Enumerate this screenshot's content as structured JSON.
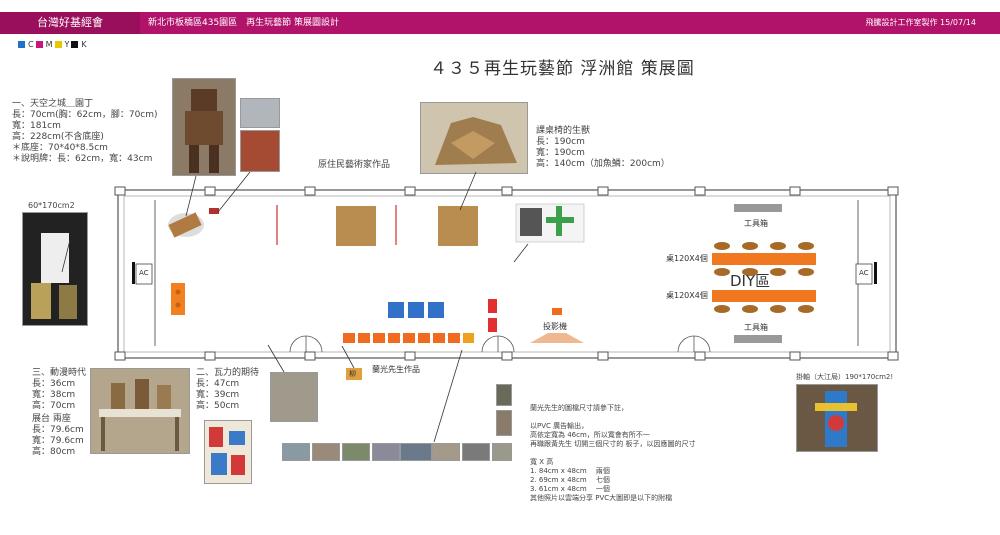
{
  "header": {
    "brand": "台灣好基經會",
    "project": "新北市板橋區435園區　再生玩藝節 策展圖設計",
    "credit": "飛騰設計工作室製作 15/07/14"
  },
  "cmyk_legend": [
    {
      "letter": "C",
      "color": "#1e73c8"
    },
    {
      "letter": "M",
      "color": "#c8177a"
    },
    {
      "letter": "Y",
      "color": "#e8c800"
    },
    {
      "letter": "K",
      "color": "#111111"
    }
  ],
  "title": "４３５再生玩藝節 浮洲館 策展圖",
  "notes": {
    "giant": [
      "一、天空之城＿園丁",
      "長：70cm(胸：62cm，腳：70cm)",
      "寬：181cm",
      "高：228cm(不含底座)",
      "＊底座：70*40*8.5cm",
      "＊說明牌：長：62cm，寬：43cm"
    ],
    "banner_size": "60*170cm2",
    "indigenous": "原住民藝術家作品",
    "beast": [
      "課桌椅的生獸",
      "長：190cm",
      "寬：190cm",
      "高：140cm（加魚鱗：200cm）"
    ],
    "anime": [
      "三、動漫時代",
      "長：36cm",
      "寬：38cm",
      "高：70cm"
    ],
    "base": [
      "展台 兩座",
      "長：79.6cm",
      "寬：79.6cm",
      "高：80cm"
    ],
    "tiles": [
      "二、瓦力的期待",
      "長：47cm",
      "寬：39cm",
      "高：50cm"
    ],
    "right_banner": "掛軸（大江局）190*170cm2!",
    "pvc": [
      "蘭光先生的圖檔尺寸請參下註，",
      "",
      "以PVC 廣告輸出，",
      "高依定寬為 46cm，所以寬會有所不一",
      "再職跟黃先生 切開三個尺寸的 板子，以因應圖的尺寸",
      "",
      "寬 X 高",
      "1. 84cm x 48cm　 兩個",
      "2. 69cm x 48cm　 七個",
      "3. 61cm x 48cm　 一個",
      "其他照片以雲端分享 PVC大圖即是以下的附檔"
    ]
  },
  "floor": {
    "ac_left": "AC",
    "ac_right": "AC",
    "tool_top": "工具箱",
    "tool_bottom": "工具箱",
    "table_top": "桌120X4個",
    "table_bottom": "桌120X4個",
    "diy": "DIY區",
    "projector": "投影機",
    "photos_label": "蘭光先生作品",
    "small_tag": "柳"
  }
}
